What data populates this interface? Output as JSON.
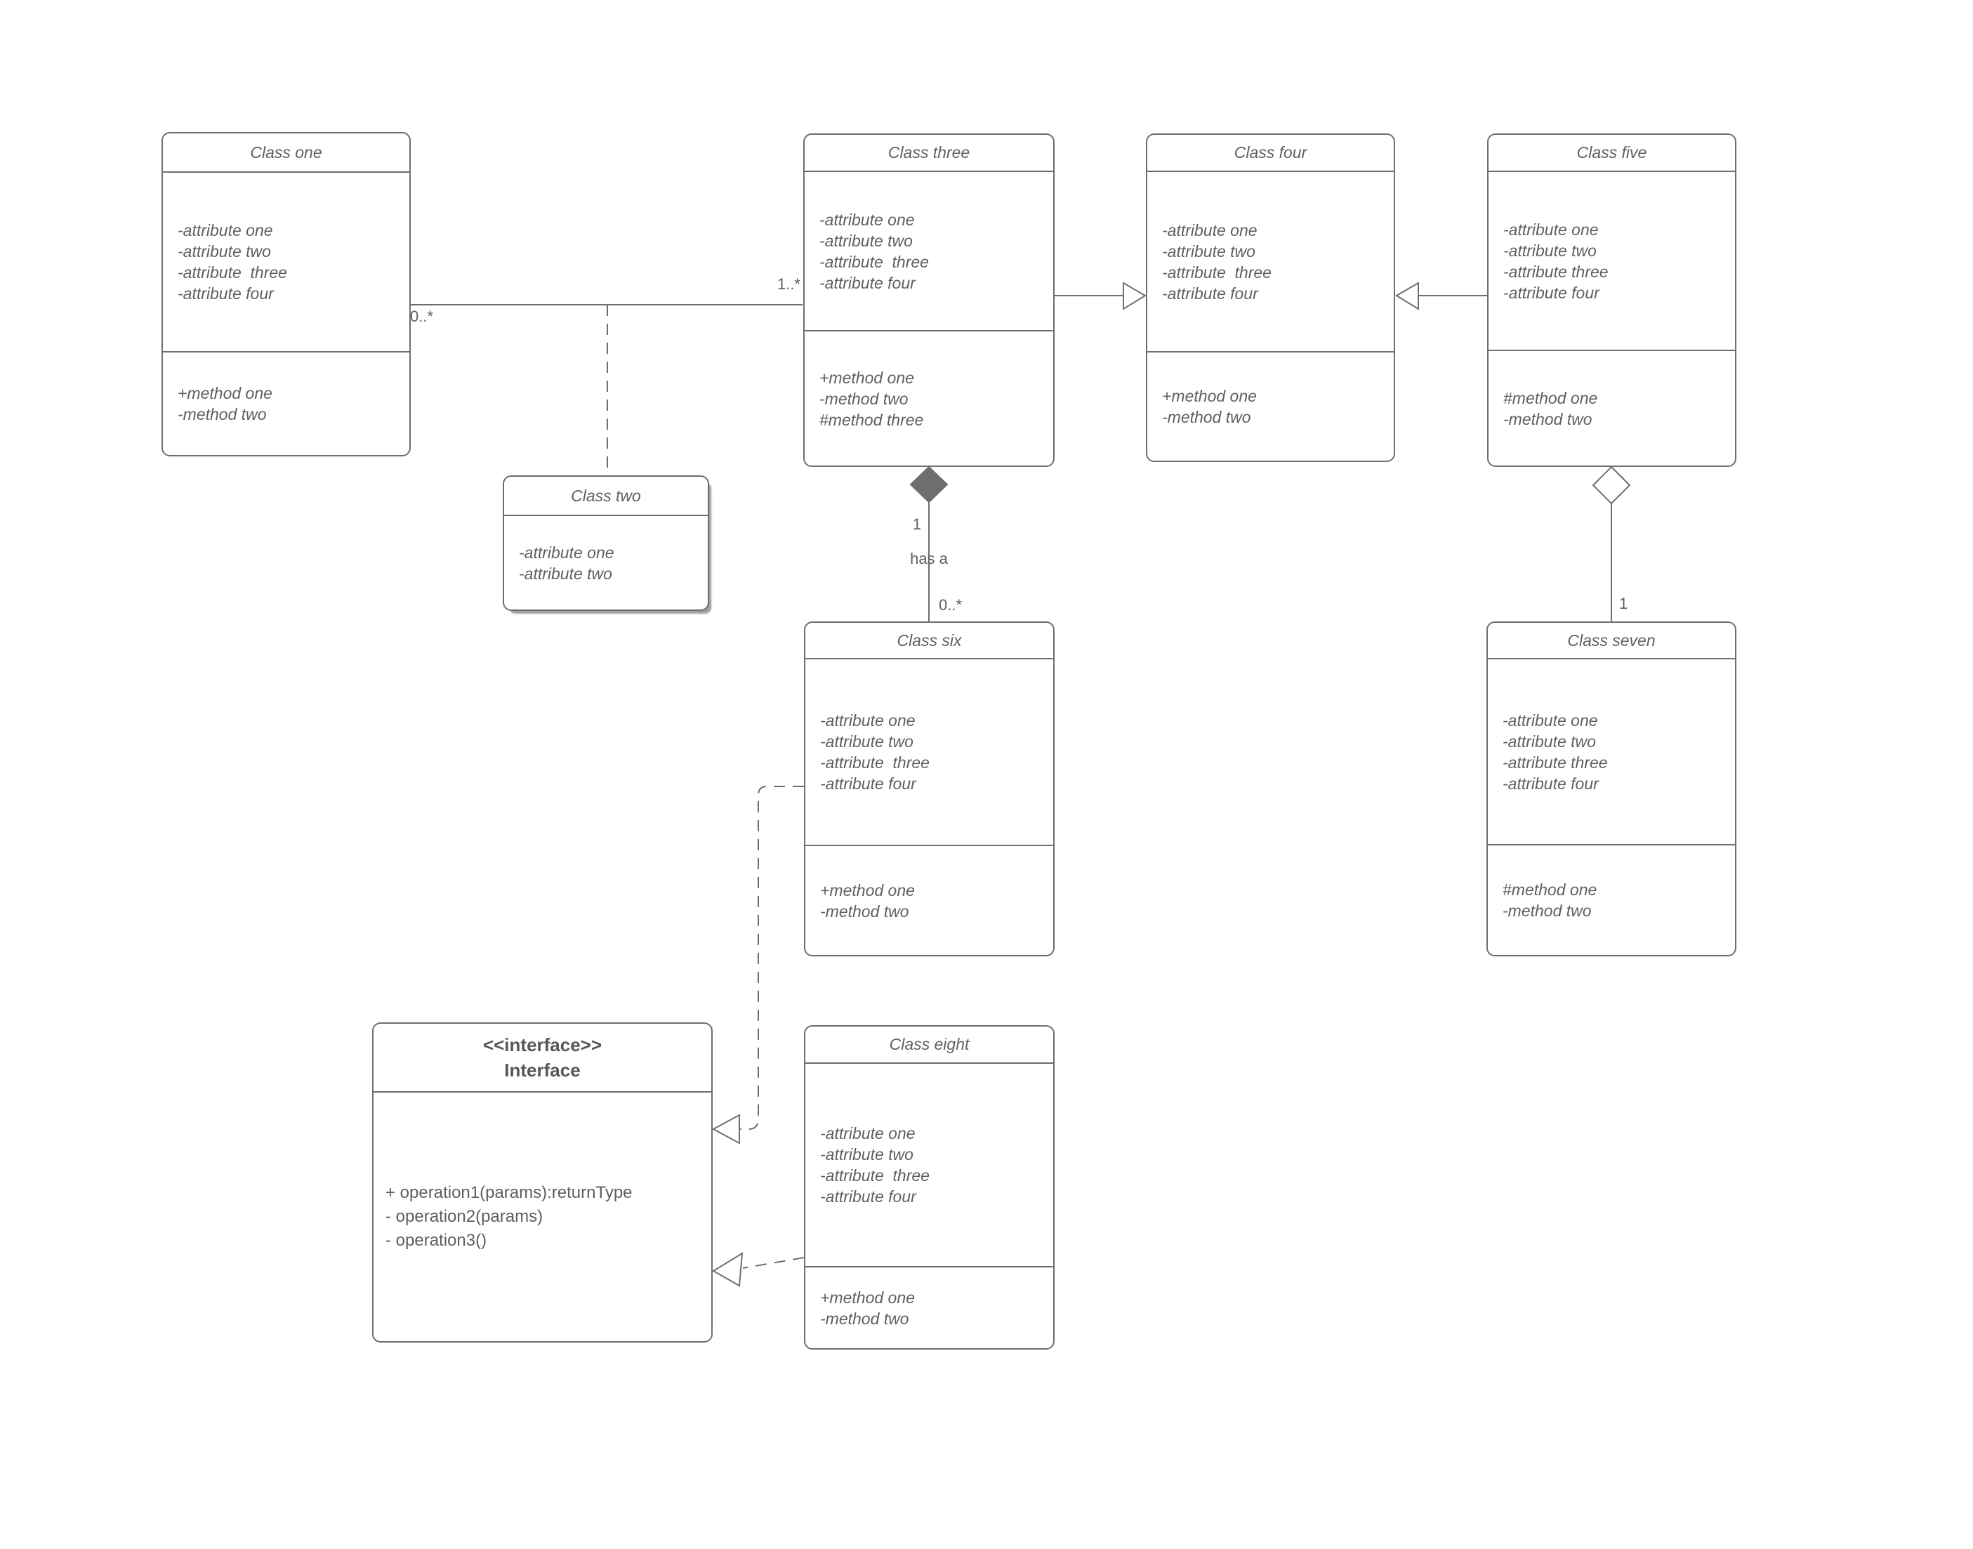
{
  "colors": {
    "background": "#ffffff",
    "line": "#6e6e6e",
    "text": "#5f5f5f",
    "composition_diamond_fill": "#6e6e6e",
    "hollow_marker_fill": "#ffffff"
  },
  "classes": [
    {
      "title": "Class one",
      "attributes": [
        "-attribute one",
        "-attribute two",
        "-attribute  three",
        "-attribute four"
      ],
      "methods": [
        "+method one",
        "-method two"
      ]
    },
    {
      "title": "Class two",
      "attributes": [
        "-attribute one",
        "-attribute two"
      ],
      "methods": []
    },
    {
      "title": "Class three",
      "attributes": [
        "-attribute one",
        "-attribute two",
        "-attribute  three",
        "-attribute four"
      ],
      "methods": [
        "+method one",
        "-method two",
        "#method three"
      ]
    },
    {
      "title": "Class four",
      "attributes": [
        "-attribute one",
        "-attribute two",
        "-attribute  three",
        "-attribute four"
      ],
      "methods": [
        "+method one",
        "-method two"
      ]
    },
    {
      "title": "Class five",
      "attributes": [
        "-attribute one",
        "-attribute two",
        "-attribute three",
        "-attribute four"
      ],
      "methods": [
        "#method one",
        "-method two"
      ]
    },
    {
      "title": "Class six",
      "attributes": [
        "-attribute one",
        "-attribute two",
        "-attribute  three",
        "-attribute four"
      ],
      "methods": [
        "+method one",
        "-method two"
      ]
    },
    {
      "title": "Class seven",
      "attributes": [
        "-attribute one",
        "-attribute two",
        "-attribute three",
        "-attribute four"
      ],
      "methods": [
        "#method one",
        "-method two"
      ]
    },
    {
      "title": "Class eight",
      "attributes": [
        "-attribute one",
        "-attribute two",
        "-attribute  three",
        "-attribute four"
      ],
      "methods": [
        "+method one",
        "-method two"
      ]
    }
  ],
  "interface": {
    "stereotype": "<<interface>>",
    "name": "Interface",
    "operations": [
      "+ operation1(params):returnType",
      "- operation2(params)",
      "- operation3()"
    ]
  },
  "edge_labels": {
    "association_source": "0..*",
    "association_target": "1..*",
    "composition_source": "1",
    "composition_name": "has a",
    "composition_target": "0..*",
    "aggregation_target": "1"
  },
  "markers": {
    "generalization": "hollow-triangle",
    "realization": "hollow-triangle-dashed",
    "composition": "filled-diamond",
    "aggregation": "hollow-diamond"
  }
}
